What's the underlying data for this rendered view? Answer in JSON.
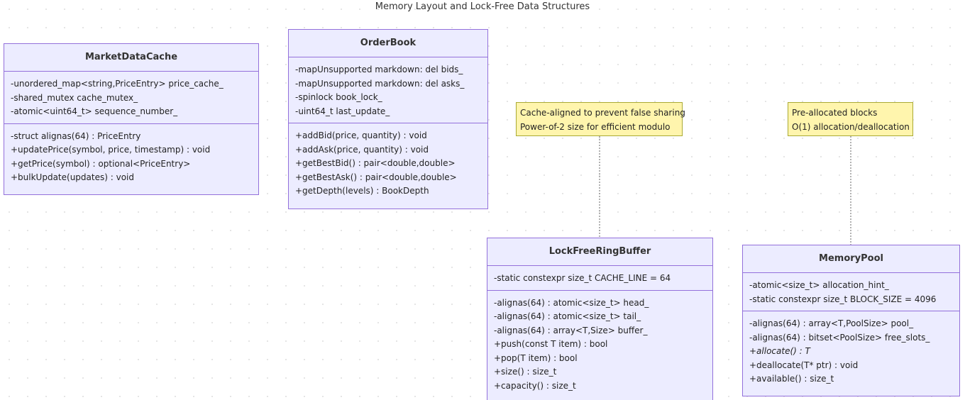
{
  "diagram_title": "Memory Layout and Lock-Free Data Structures",
  "classes": {
    "market_data_cache": {
      "name": "MarketDataCache",
      "attributes": [
        "-unordered_map<string,PriceEntry> price_cache_",
        "-shared_mutex cache_mutex_",
        "-atomic<uint64_t> sequence_number_"
      ],
      "methods": [
        "-struct alignas(64) : PriceEntry",
        "+updatePrice(symbol, price, timestamp) : void",
        "+getPrice(symbol) : optional<PriceEntry>",
        "+bulkUpdate(updates) : void"
      ]
    },
    "order_book": {
      "name": "OrderBook",
      "attributes": [
        "-mapUnsupported markdown: del bids_",
        "-mapUnsupported markdown: del asks_",
        "-spinlock book_lock_",
        "-uint64_t last_update_"
      ],
      "methods": [
        "+addBid(price, quantity) : void",
        "+addAsk(price, quantity) : void",
        "+getBestBid() : pair<double,double>",
        "+getBestAsk() : pair<double,double>",
        "+getDepth(levels) : BookDepth"
      ]
    },
    "lock_free_ring_buffer": {
      "name": "LockFreeRingBuffer",
      "attributes": [
        "-static constexpr size_t CACHE_LINE = 64"
      ],
      "methods": [
        "-alignas(64) : atomic<size_t> head_",
        "-alignas(64) : atomic<size_t> tail_",
        "-alignas(64) : array<T,Size> buffer_",
        "+push(const T item) : bool",
        "+pop(T item) : bool",
        "+size() : size_t",
        "+capacity() : size_t"
      ]
    },
    "memory_pool": {
      "name": "MemoryPool",
      "attributes": [
        "-atomic<size_t> allocation_hint_",
        "-static constexpr size_t BLOCK_SIZE = 4096"
      ],
      "methods": [
        "-alignas(64) : array<T,PoolSize> pool_",
        "-alignas(64) : bitset<PoolSize> free_slots_",
        "+allocate() : T",
        "+deallocate(T* ptr) : void",
        "+available() : size_t"
      ]
    }
  },
  "notes": {
    "ring_buffer_note": [
      "Cache-aligned to prevent false sharing",
      "Power-of-2 size for efficient modulo"
    ],
    "memory_pool_note": [
      "Pre-allocated blocks",
      "O(1) allocation/deallocation"
    ]
  },
  "colors": {
    "class_fill": "#ececff",
    "class_border": "#9370db",
    "note_fill": "#fff5ad",
    "note_border": "#aaaa33",
    "connector": "#666666"
  }
}
